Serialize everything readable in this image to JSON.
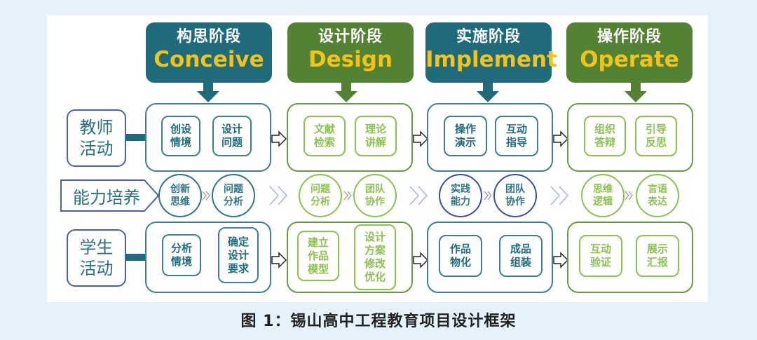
{
  "colors": {
    "background": "#e6f2fb",
    "teal": "#1f6b7c",
    "green": "#548235",
    "light_green": "#8cc152",
    "phase_english": "#f2c318",
    "side_border": "#4e5fa8"
  },
  "phases": [
    {
      "cn": "构思阶段",
      "en": "Conceive",
      "theme": "teal"
    },
    {
      "cn": "设计阶段",
      "en": "Design",
      "theme": "green"
    },
    {
      "cn": "实施阶段",
      "en": "Implement",
      "theme": "teal"
    },
    {
      "cn": "操作阶段",
      "en": "Operate",
      "theme": "green"
    }
  ],
  "rows": {
    "teacher": {
      "label": "教师\n活动",
      "cells": [
        [
          "创设\n情境",
          "设计\n问题"
        ],
        [
          "文献\n检索",
          "理论\n讲解"
        ],
        [
          "操作\n演示",
          "互动\n指导"
        ],
        [
          "组织\n答辩",
          "引导\n反思"
        ]
      ]
    },
    "ability": {
      "label": "能力培养",
      "cells": [
        [
          "创新\n思维",
          "问题\n分析"
        ],
        [
          "问题\n分析",
          "团队\n协作"
        ],
        [
          "实践\n能力",
          "团队\n协作"
        ],
        [
          "思维\n逻辑",
          "言语\n表达"
        ]
      ]
    },
    "student": {
      "label": "学生\n活动",
      "cells": [
        [
          "分析\n情境",
          "确定\n设计\n要求"
        ],
        [
          "建立\n作品\n模型",
          "设计\n方案\n修改\n优化"
        ],
        [
          "作品\n物化",
          "成品\n组装"
        ],
        [
          "互动\n验证",
          "展示\n汇报"
        ]
      ]
    }
  },
  "caption": "图 1：锡山高中工程教育项目设计框架"
}
